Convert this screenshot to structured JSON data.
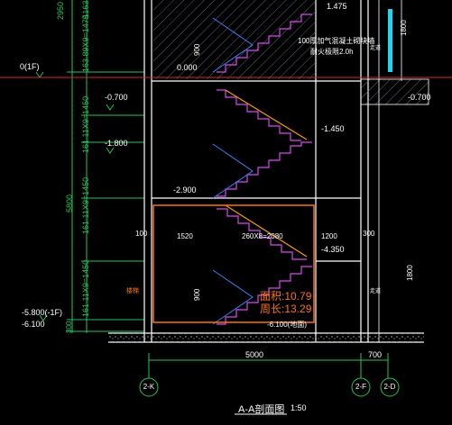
{
  "title": {
    "main": "A-A剖面图",
    "scale": "1:50"
  },
  "colors": {
    "background": "#000000",
    "dimension": "#22c55e",
    "outline": "#ffffff",
    "stair": "#d946ef",
    "stair_alt": "#f59e0b",
    "axis_red": "#dc2626",
    "selection": "#f97316",
    "hatch": "#6b7280",
    "blue": "#3b82f6",
    "text_yellow": "#fde047",
    "cyan": "#22d3ee"
  },
  "left_dims": {
    "top_value": "2950",
    "seg1": "1163",
    "seg1b": "163.89X9=1475",
    "seg2": "161.11X9=1450",
    "seg3": "161.11X9=1450",
    "seg4": "161.11X9=1450",
    "total": "5800",
    "bottom_small": "300"
  },
  "levels": {
    "level_0": "0(1F)",
    "level_neg070_left": "-0.700",
    "level_neg180": "-1.800",
    "level_neg580": "-5.800(-1F)",
    "level_neg610": "-6.100",
    "level_0000": "0.000",
    "level_1475": "1.475",
    "level_neg145": "-1.450",
    "level_neg290": "-2.900",
    "level_neg435": "-4.350",
    "level_neg0700_right": "-0.700",
    "level_bottom": "-6.100(地面)"
  },
  "annotations": {
    "fire_note_1": "100厚加气混凝土砌块墙",
    "fire_note_2": "耐火极限2.0h",
    "dim_900_top": "900",
    "dim_900_bottom": "900",
    "dim_100": "100",
    "dim_1520": "1520",
    "dim_stair": "260X8=2080",
    "dim_1200": "1200",
    "dim_300_right": "300",
    "dim_1800_top": "1800",
    "dim_1800_right": "1800",
    "label_left_room": "楼梯",
    "label_right_a": "走道",
    "label_right_b": "走道"
  },
  "measure": {
    "area": "面积:10.79",
    "perimeter": "周长:13.29"
  },
  "bottom_dims": {
    "span_main": "5000",
    "span_right": "700"
  },
  "axes": [
    "2-K",
    "2-F",
    "2-D"
  ]
}
